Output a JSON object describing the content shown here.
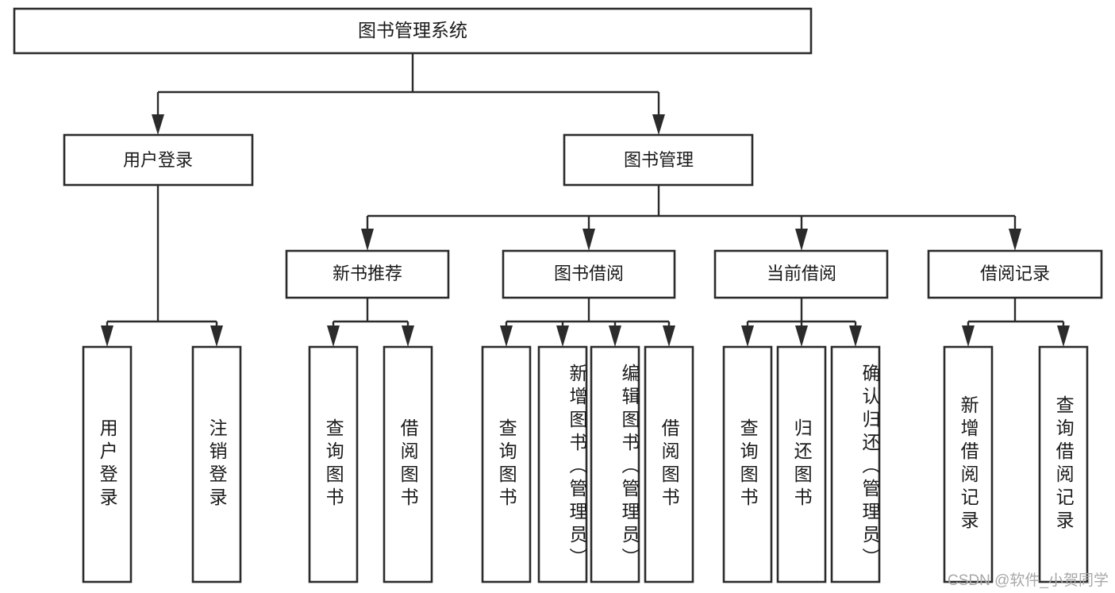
{
  "diagram": {
    "type": "tree-hierarchy",
    "title": "图书管理系统",
    "root": {
      "label": "图书管理系统",
      "name": "root-node"
    },
    "level1": [
      {
        "label": "用户登录",
        "name": "node-user-login"
      },
      {
        "label": "图书管理",
        "name": "node-book-management"
      }
    ],
    "level2": [
      {
        "label": "新书推荐",
        "name": "node-new-book-recommend"
      },
      {
        "label": "图书借阅",
        "name": "node-book-borrow"
      },
      {
        "label": "当前借阅",
        "name": "node-current-borrow"
      },
      {
        "label": "借阅记录",
        "name": "node-borrow-record"
      }
    ],
    "leaves": {
      "user_login": [
        {
          "label": "用户登录",
          "name": "leaf-user-login"
        },
        {
          "label": "注销登录",
          "name": "leaf-logout"
        }
      ],
      "new_book_recommend": [
        {
          "label": "查询图书",
          "name": "leaf-query-book-1"
        },
        {
          "label": "借阅图书",
          "name": "leaf-borrow-book-1"
        }
      ],
      "book_borrow": [
        {
          "label": "查询图书",
          "name": "leaf-query-book-2"
        },
        {
          "label": "新增图书（管理员）",
          "name": "leaf-add-book-admin"
        },
        {
          "label": "编辑图书（管理员）",
          "name": "leaf-edit-book-admin"
        },
        {
          "label": "借阅图书",
          "name": "leaf-borrow-book-2"
        }
      ],
      "current_borrow": [
        {
          "label": "查询图书",
          "name": "leaf-query-book-3"
        },
        {
          "label": "归还图书",
          "name": "leaf-return-book"
        },
        {
          "label": "确认归还（管理员）",
          "name": "leaf-confirm-return-admin"
        }
      ],
      "borrow_record": [
        {
          "label": "新增借阅记录",
          "name": "leaf-add-borrow-record"
        },
        {
          "label": "查询借阅记录",
          "name": "leaf-query-borrow-record"
        }
      ]
    },
    "watermark": "CSDN @软件_小贺同学",
    "colors": {
      "stroke": "#2b2b2b",
      "fill": "#ffffff",
      "text": "#1a1a1a",
      "watermark": "#a8a8a8",
      "background": "#ffffff"
    }
  }
}
